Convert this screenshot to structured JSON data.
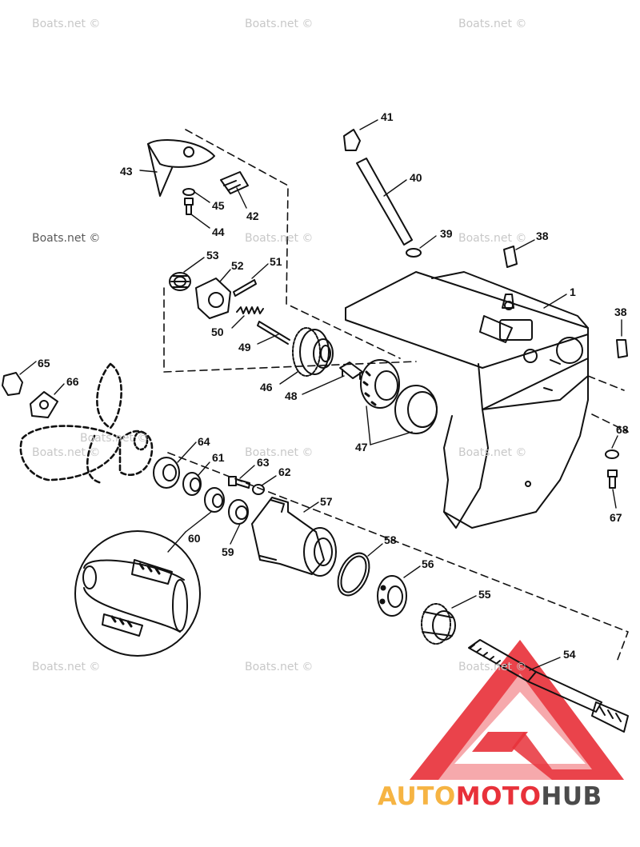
{
  "diagram": {
    "watermarks": [
      "Boats.net ©",
      "Boats.net ©",
      "Boats.net ©",
      "Boats.net ©",
      "Boats.net ©",
      "Boats.net ©",
      "Boats.net ©",
      "Boats.net ©",
      "Boats.net ©",
      "Boats.net ©",
      "Boats.net ©",
      "Boats.net ©",
      "Boats.net ©"
    ],
    "part_numbers": [
      "41",
      "40",
      "39",
      "38",
      "1",
      "38",
      "43",
      "45",
      "42",
      "44",
      "53",
      "52",
      "51",
      "50",
      "49",
      "46",
      "48",
      "47",
      "65",
      "66",
      "68",
      "67",
      "64",
      "61",
      "63",
      "62",
      "57",
      "60",
      "59",
      "58",
      "56",
      "55",
      "54"
    ],
    "colors": {
      "line": "#111111",
      "watermark": "#c8c8c8",
      "logo_red": "#e8313a",
      "logo_pink": "#f6a9ac",
      "logo_orange": "#f6b443",
      "logo_gray": "#4b4b4b"
    }
  },
  "logo": {
    "part1": "AUTO",
    "part2": "MOTO",
    "part3": "HUB"
  }
}
